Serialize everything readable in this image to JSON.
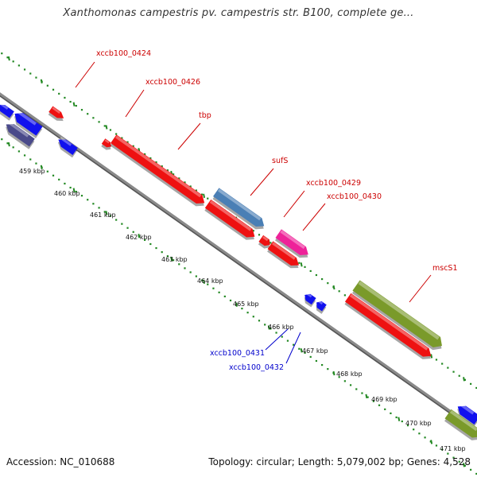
{
  "title": "Xanthomonas campestris pv. campestris str. B100, complete ge...",
  "footer": {
    "accession": "Accession: NC_010688",
    "summary": "Topology: circular; Length: 5,079,002 bp; Genes: 4,528"
  },
  "colors": {
    "forward_gene": "#ee1111",
    "reverse_gene": "#1111ee",
    "blue_gene": "#4a7fb5",
    "magenta_gene": "#ee2299",
    "olive_gene": "#7a9a2a",
    "purple_gene": "#4a4a8a",
    "backbone": "#8a8a8a",
    "dots": "#228822",
    "label_red": "#cc0000",
    "label_blue": "#0000cc"
  },
  "scale": {
    "labels": [
      "459 kbp",
      "460 kbp",
      "461 kbp",
      "462 kbp",
      "463 kbp",
      "464 kbp",
      "465 kbp",
      "466 kbp",
      "467 kbp",
      "468 kbp",
      "469 kbp",
      "470 kbp",
      "471 kbp"
    ]
  },
  "gene_labels": [
    {
      "id": "xccb100_0424",
      "text": "xccb100_0424",
      "color": "red"
    },
    {
      "id": "xccb100_0426",
      "text": "xccb100_0426",
      "color": "red"
    },
    {
      "id": "tbp",
      "text": "tbp",
      "color": "red"
    },
    {
      "id": "sufS",
      "text": "sufS",
      "color": "red"
    },
    {
      "id": "xccb100_0429",
      "text": "xccb100_0429",
      "color": "red"
    },
    {
      "id": "xccb100_0430",
      "text": "xccb100_0430",
      "color": "red"
    },
    {
      "id": "mscS1",
      "text": "mscS1",
      "color": "red"
    },
    {
      "id": "xccb100_0431",
      "text": "xccb100_0431",
      "color": "blue"
    },
    {
      "id": "xccb100_0432",
      "text": "xccb100_0432",
      "color": "blue"
    }
  ]
}
